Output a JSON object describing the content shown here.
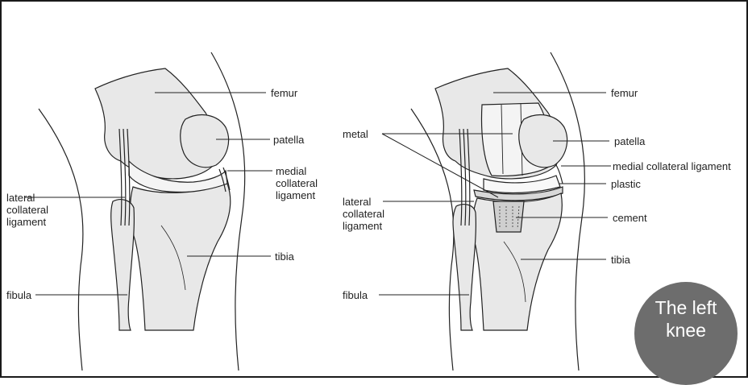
{
  "left_knee_labels": {
    "femur": "femur",
    "patella": "patella",
    "medial_collateral": [
      "medial",
      "collateral",
      "ligament"
    ],
    "lateral_collateral": [
      "lateral",
      "collateral",
      "ligament"
    ],
    "tibia": "tibia",
    "fibula": "fibula"
  },
  "right_knee_labels": {
    "femur": "femur",
    "metal": "metal",
    "patella": "patella",
    "medial_collateral": "medial collateral ligament",
    "plastic": "plastic",
    "lateral_collateral": [
      "lateral",
      "collateral",
      "ligament"
    ],
    "cement": "cement",
    "tibia": "tibia",
    "fibula": "fibula"
  },
  "badge": {
    "line1": "The left",
    "line2": "knee"
  },
  "colors": {
    "bone": "#e8e8e8",
    "outline": "#222222",
    "implant": "#f4f4f4",
    "badge": "#6d6d6d"
  }
}
